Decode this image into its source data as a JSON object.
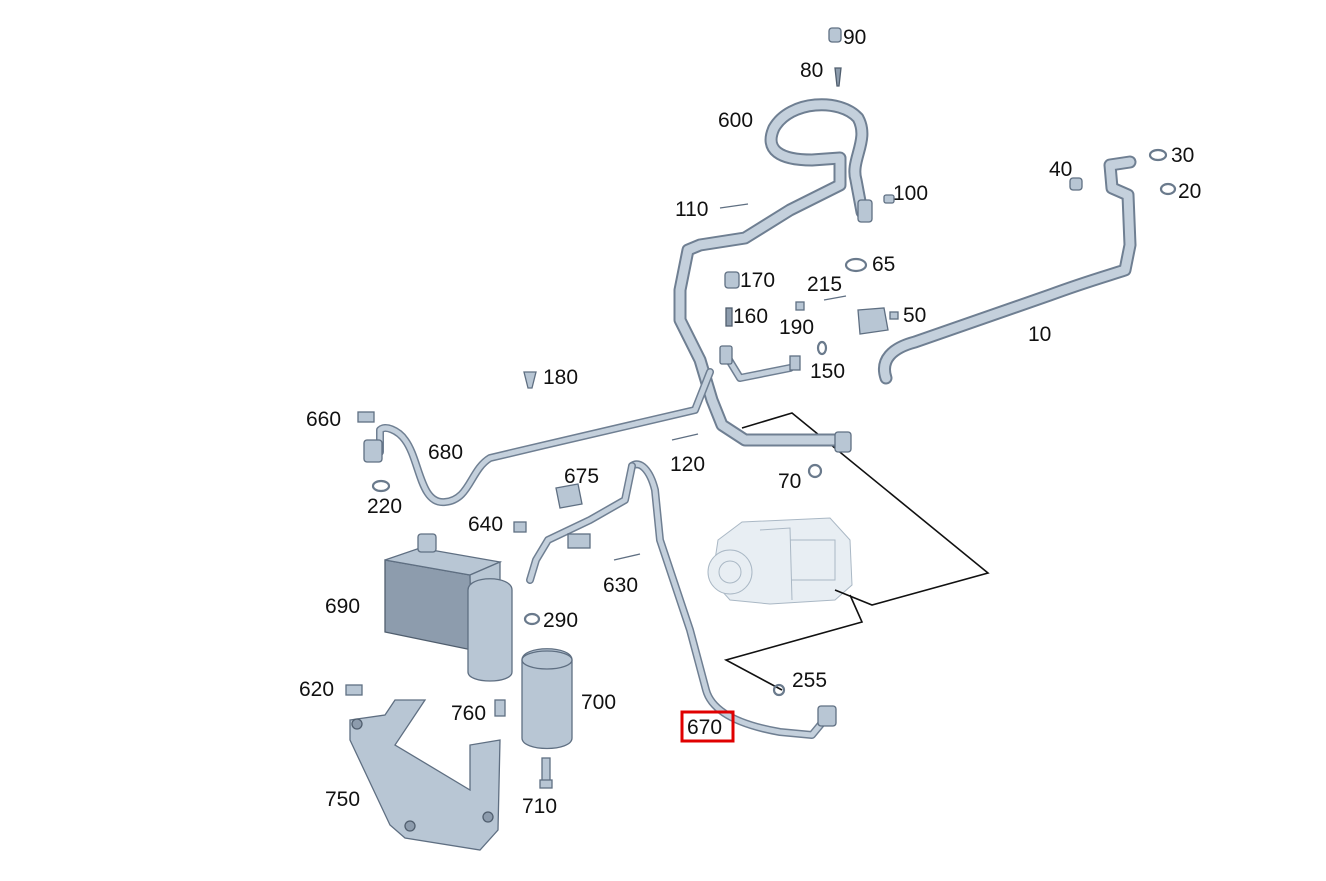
{
  "labels": {
    "p10": "10",
    "p20": "20",
    "p30": "30",
    "p40": "40",
    "p50": "50",
    "p65": "65",
    "p70": "70",
    "p80": "80",
    "p90": "90",
    "p100": "100",
    "p110": "110",
    "p120": "120",
    "p150": "150",
    "p160": "160",
    "p170": "170",
    "p180": "180",
    "p190": "190",
    "p215": "215",
    "p220": "220",
    "p255": "255",
    "p290": "290",
    "p600": "600",
    "p620": "620",
    "p630": "630",
    "p640": "640",
    "p660": "660",
    "p670": "670",
    "p675": "675",
    "p680": "680",
    "p690": "690",
    "p700": "700",
    "p710": "710",
    "p750": "750",
    "p760": "760"
  },
  "highlighted_part": "670",
  "colors": {
    "highlight": "#e00000",
    "part_fill": "#b8c6d4",
    "part_outline": "#5f6f82"
  }
}
